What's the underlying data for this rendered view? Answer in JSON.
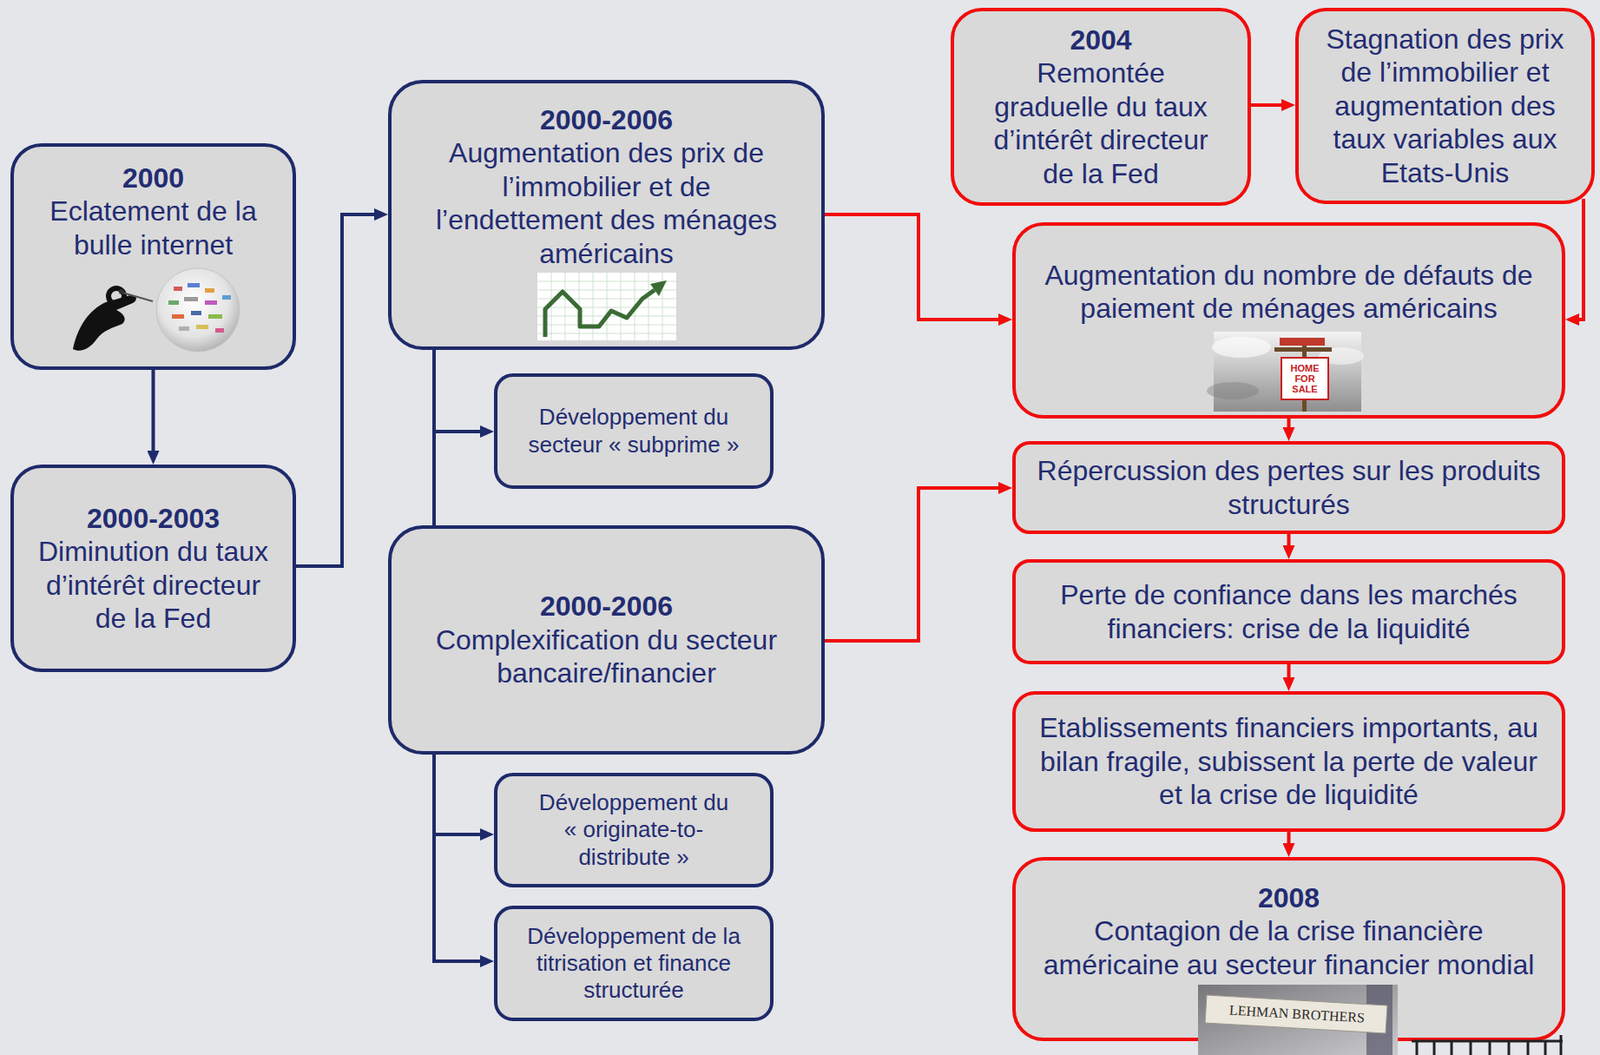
{
  "diagram": {
    "nodes": [
      {
        "text": [
          "2000",
          "Eclatement de la bulle internet"
        ]
      },
      {
        "text": [
          "2000-2003",
          "Diminution du taux d’intérêt directeur de la Fed"
        ]
      },
      {
        "text": [
          "2000-2006",
          "Augmentation des prix de l’immobilier et de l’endettement des ménages américains"
        ]
      },
      {
        "text": [
          "Développement du secteur « subprime »"
        ]
      },
      {
        "text": [
          "2000-2006",
          "Complexification du secteur bancaire/financier"
        ]
      },
      {
        "text": [
          "Développement du « originate-to-distribute »"
        ]
      },
      {
        "text": [
          "Développement de la titrisation et finance structurée"
        ]
      },
      {
        "text": [
          "2004",
          "Remontée graduelle du taux d’intérêt directeur de la Fed"
        ]
      },
      {
        "text": [
          "Stagnation des prix de l’immobilier et augmentation des taux variables aux Etats-Unis"
        ]
      },
      {
        "text": [
          "Augmentation du nombre de défauts de paiement de ménages américains"
        ]
      },
      {
        "text": [
          "Répercussion des pertes sur les produits structurés"
        ]
      },
      {
        "text": [
          "Perte de confiance dans les marchés financiers: crise de la liquidité"
        ]
      },
      {
        "text": [
          "Etablissements financiers importants, au bilan fragile, subissent la perte de valeur et la crise de liquidité"
        ]
      },
      {
        "text": [
          "2008",
          "Contagion de la crise financière américaine au secteur financier mondial"
        ]
      }
    ],
    "edges": [
      {
        "from": 0,
        "to": 1,
        "arrow": "to"
      },
      {
        "from": 1,
        "to": 2,
        "arrow": "to"
      },
      {
        "from": 2,
        "to": 3,
        "arrow": "to"
      },
      {
        "from": 2,
        "to": 4,
        "arrow": "none"
      },
      {
        "from": 4,
        "to": 5,
        "arrow": "to"
      },
      {
        "from": 4,
        "to": 6,
        "arrow": "to"
      },
      {
        "from": 2,
        "to": 9,
        "arrow": "to"
      },
      {
        "from": 4,
        "to": 10,
        "arrow": "to"
      },
      {
        "from": 7,
        "to": 8,
        "arrow": "to"
      },
      {
        "from": 8,
        "to": 9,
        "arrow": "to"
      },
      {
        "from": 9,
        "to": 10,
        "arrow": "to"
      },
      {
        "from": 10,
        "to": 11,
        "arrow": "to"
      },
      {
        "from": 11,
        "to": 12,
        "arrow": "to"
      },
      {
        "from": 12,
        "to": 13,
        "arrow": "to"
      }
    ],
    "labels": [
      "HOME FOR SALE",
      "LEHMAN BROTHERS"
    ]
  }
}
